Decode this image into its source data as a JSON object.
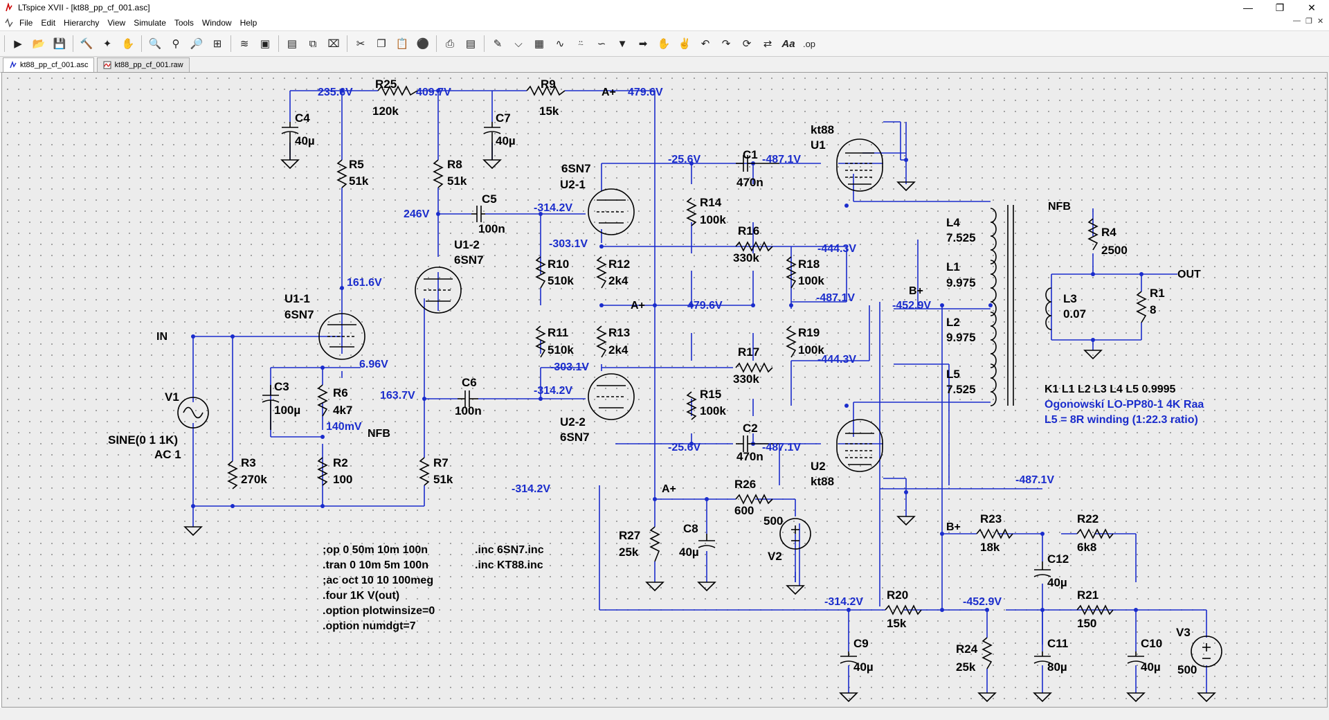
{
  "window": {
    "app": "LTspice XVII",
    "file": "kt88_pp_cf_001.asc",
    "title": "LTspice XVII - [kt88_pp_cf_001.asc]"
  },
  "menu": [
    "File",
    "Edit",
    "Hierarchy",
    "View",
    "Simulate",
    "Tools",
    "Window",
    "Help"
  ],
  "toolbar_icons": [
    "run-icon",
    "open-icon",
    "save-icon",
    "control-panel-icon",
    "autorange-icon",
    "pan-icon",
    "zoom-in-icon",
    "zoom-back-icon",
    "zoom-out-icon",
    "zoom-fit-icon",
    "plot-icon",
    "pick-visible-icon",
    "tile-horizontal-icon",
    "cascade-icon",
    "close-all-icon",
    "cut-icon",
    "copy-icon",
    "paste-icon",
    "find-icon",
    "print-icon",
    "print-setup-icon",
    "draw-wire-icon",
    "ground-icon",
    "label-net-icon",
    "resistor-icon",
    "capacitor-icon",
    "inductor-icon",
    "diode-icon",
    "component-icon",
    "move-icon",
    "drag-icon",
    "undo-icon",
    "redo-icon",
    "rotate-icon",
    "mirror-icon",
    "text-icon",
    "spice-directive-icon"
  ],
  "tabs": [
    {
      "label": "kt88_pp_cf_001.asc",
      "active": true
    },
    {
      "label": "kt88_pp_cf_001.raw",
      "active": false
    }
  ],
  "colors": {
    "voltage_label": "#1a2ccc",
    "wire": "#1a2ccc",
    "component": "#000000",
    "grid_dot": "#8e8e8e"
  },
  "schematic": {
    "voltages": {
      "v235_6": "235.6V",
      "v409_7": "409.7V",
      "v479_6": "479.6V",
      "v246": "246V",
      "v161_6": "161.6V",
      "v6_96": "6.96V",
      "v140m": "140mV",
      "v163_7": "163.7V",
      "v25_6a": "-25.6V",
      "v487_1a": "-487.1V",
      "v314_2a": "-314.2V",
      "v303_1a": "-303.1V",
      "v444_3a": "-444.3V",
      "v479_6b": "479.6V",
      "v487_1b": "-487.1V",
      "v452_9a": "-452.9V",
      "v303_1b": "-303.1V",
      "v314_2b": "-314.2V",
      "v444_3b": "-444.3V",
      "v25_6b": "-25.6V",
      "v487_1c": "-487.1V",
      "v314_2c": "-314.2V",
      "v487_1d": "-487.1V",
      "v314_2d": "-314.2V",
      "v452_9b": "-452.9V"
    },
    "nets": {
      "a_plus_top": "A+",
      "a_plus_mid": "A+",
      "a_plus_low": "A+",
      "b_plus_top": "B+",
      "b_plus_low": "B+",
      "in": "IN",
      "nfb_left": "NFB",
      "nfb_right": "NFB",
      "out": "OUT"
    },
    "components": {
      "C4": "C4",
      "C4v": "40µ",
      "R25": "R25",
      "R25v": "120k",
      "C7": "C7",
      "C7v": "40µ",
      "R9": "R9",
      "R9v": "15k",
      "R5": "R5",
      "R5v": "51k",
      "R8": "R8",
      "R8v": "51k",
      "C5": "C5",
      "C5v": "100n",
      "U2_1a": "6SN7",
      "U2_1b": "U2-1",
      "U1_2a": "U1-2",
      "U1_2b": "6SN7",
      "U1_1a": "U1-1",
      "U1_1b": "6SN7",
      "C3": "C3",
      "C3v": "100µ",
      "R6": "R6",
      "R6v": "4k7",
      "R2": "R2",
      "R2v": "100",
      "R3": "R3",
      "R3v": "270k",
      "R7": "R7",
      "R7v": "51k",
      "C6": "C6",
      "C6v": "100n",
      "V1": "V1",
      "V1a": "SINE(0 1 1K)",
      "V1b": "AC 1",
      "R10": "R10",
      "R10v": "510k",
      "R11": "R11",
      "R11v": "510k",
      "R12": "R12",
      "R12v": "2k4",
      "R13": "R13",
      "R13v": "2k4",
      "U2_2a": "U2-2",
      "U2_2b": "6SN7",
      "R14": "R14",
      "R14v": "100k",
      "R15": "R15",
      "R15v": "100k",
      "C1": "C1",
      "C1v": "470n",
      "C2": "C2",
      "C2v": "470n",
      "R16": "R16",
      "R16v": "330k",
      "R17": "R17",
      "R17v": "330k",
      "R18": "R18",
      "R18v": "100k",
      "R19": "R19",
      "R19v": "100k",
      "U1a": "kt88",
      "U1b": "U1",
      "U2a": "U2",
      "U2b": "kt88",
      "L4": "L4",
      "L4v": "7.525",
      "L1": "L1",
      "L1v": "9.975",
      "L2": "L2",
      "L2v": "9.975",
      "L5": "L5",
      "L5v": "7.525",
      "L3": "L3",
      "L3v": "0.07",
      "R4": "R4",
      "R4v": "2500",
      "R1": "R1",
      "R1v": "8",
      "R26": "R26",
      "R26v": "600",
      "V2": "V2",
      "V2v": "500",
      "R27": "R27",
      "R27v": "25k",
      "C8": "C8",
      "C8v": "40µ",
      "R23": "R23",
      "R23v": "18k",
      "R22": "R22",
      "R22v": "6k8",
      "C12": "C12",
      "C12v": "40µ",
      "R20": "R20",
      "R20v": "15k",
      "R21": "R21",
      "R21v": "150",
      "C9": "C9",
      "C9v": "40µ",
      "R24": "R24",
      "R24v": "25k",
      "C11": "C11",
      "C11v": "80µ",
      "C10": "C10",
      "C10v": "40µ",
      "V3": "V3",
      "V3v": "500"
    },
    "directives": [
      ";op 0 50m 10m 100n",
      ".tran 0 10m 5m 100n",
      ";ac oct 10 10 100meg",
      ".four 1K V(out)",
      ".option plotwinsize=0",
      ".option numdgt=7"
    ],
    "includes": [
      ".inc 6SN7.inc",
      ".inc KT88.inc"
    ],
    "coupling": "K1 L1 L2 L3 L4 L5 0.9995",
    "notes": [
      "Ogonowski LO-PP80-1 4K Raa",
      "L5 = 8R winding (1:22.3 ratio)"
    ]
  }
}
